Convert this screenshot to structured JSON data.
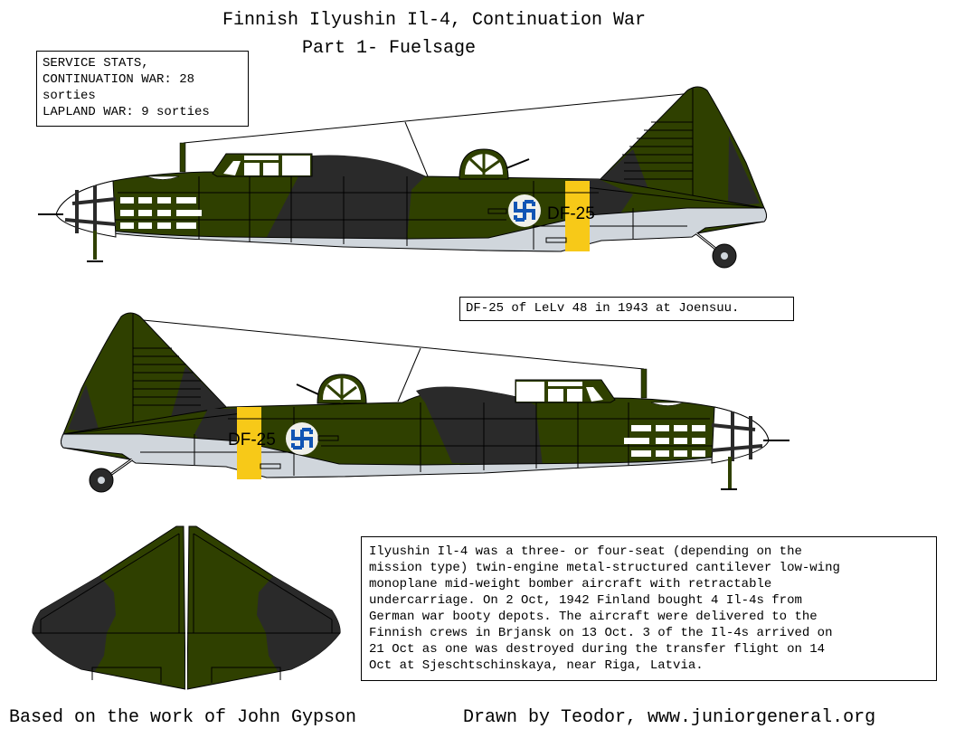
{
  "header": {
    "title": "Finnish Ilyushin Il-4, Continuation War",
    "subtitle": "Part 1- Fuelsage"
  },
  "service_stats": {
    "text": "SERVICE STATS,\nCONTINUATION WAR: 28\nsorties\nLAPLAND WAR: 9 sorties"
  },
  "caption": {
    "text": "DF-25 of LeLv 48 in 1943 at Joensuu."
  },
  "aircraft": {
    "registration": "DF-25",
    "colors": {
      "olive_green": "#2f4000",
      "black_grey": "#2a2a2a",
      "underside_grey": "#d0d6dc",
      "yellow_band": "#f7c918",
      "roundel_white": "#f0f0ea",
      "swastika_blue": "#1155b4"
    },
    "views": [
      "left-profile",
      "right-profile",
      "tail-top-view"
    ]
  },
  "description": {
    "text": "Ilyushin Il-4 was a three- or four-seat (depending on the\nmission type) twin-engine metal-structured cantilever low-wing\nmonoplane mid-weight bomber aircraft with retractable\nundercarriage. On 2 Oct, 1942 Finland bought 4 Il-4s from\nGerman war booty depots. The aircraft were delivered to the\nFinnish crews in Brjansk on 13 Oct. 3 of the Il-4s arrived on\n21 Oct as one was destroyed during the transfer flight on 14\nOct at Sjeschtschinskaya, near Riga, Latvia."
  },
  "footer": {
    "left": "Based on the work of John Gypson",
    "right": "Drawn by Teodor, www.juniorgeneral.org"
  }
}
